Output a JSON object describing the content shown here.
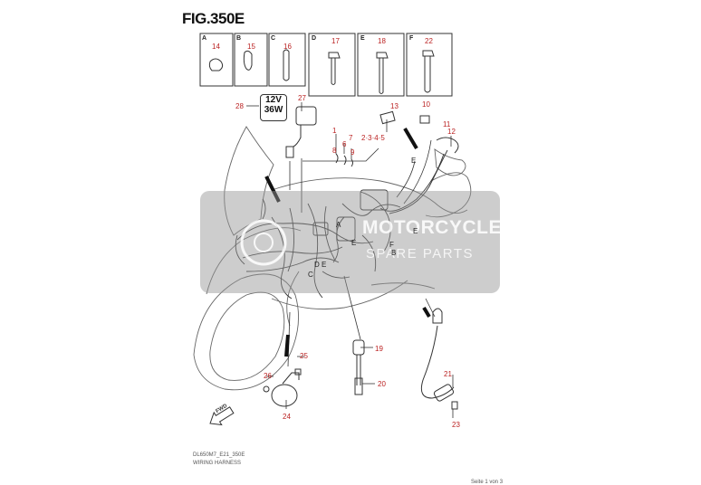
{
  "figure": {
    "title": "FIG.350E",
    "document_code": "DL650M7_E21_350E",
    "subtitle": "WIRING HARNESS",
    "page_label": "Seite 1 von 3"
  },
  "detail_panels": [
    {
      "letter": "A",
      "part": "14"
    },
    {
      "letter": "B",
      "part": "15"
    },
    {
      "letter": "C",
      "part": "16"
    },
    {
      "letter": "D",
      "part": "17"
    },
    {
      "letter": "E",
      "part": "18"
    },
    {
      "letter": "F",
      "part": "22"
    }
  ],
  "socket_rating": {
    "voltage": "12V",
    "watt": "36W"
  },
  "callouts": {
    "c28": "28",
    "c27": "27",
    "c13": "13",
    "c10": "10",
    "c1": "1",
    "c6": "6",
    "c7": "7",
    "c8": "8",
    "c9": "9",
    "c2345": "2·3·4·5",
    "c11": "11",
    "c12": "12",
    "c25": "25",
    "c26": "26",
    "c24": "24",
    "c19": "19",
    "c20": "20",
    "c21": "21",
    "c23": "23"
  },
  "harness_letters": {
    "e_top": "E",
    "a": "A",
    "e1": "E",
    "e2": "E",
    "f": "F",
    "b": "B",
    "d": "D",
    "e3": "E",
    "c": "C"
  },
  "watermark": {
    "line1": "MOTORCYCLE",
    "line2": "SPARE PARTS"
  },
  "front_arrow": "FWD",
  "colors": {
    "callout": "#b22222",
    "line": "#333333",
    "watermark": "#969696"
  }
}
